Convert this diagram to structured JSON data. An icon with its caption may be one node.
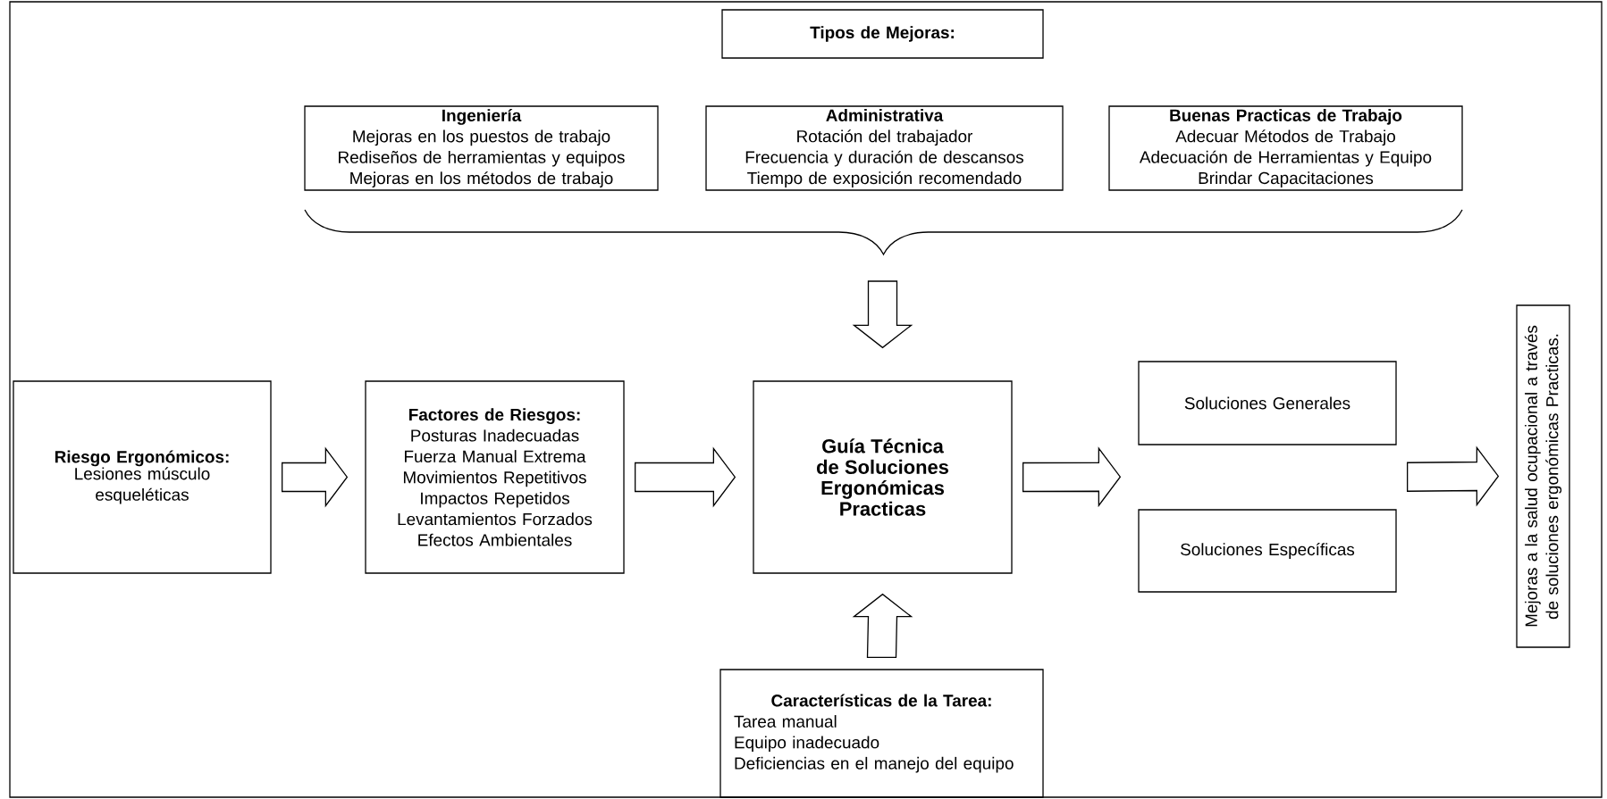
{
  "diagram": {
    "nodes": [
      {
        "text": [
          "Tipos de Mejoras:"
        ]
      },
      {
        "text": [
          "Ingeniería",
          "Mejoras en los puestos de trabajo",
          "Rediseños de herramientas y equipos",
          "Mejoras en los métodos de trabajo"
        ]
      },
      {
        "text": [
          "Administrativa",
          "Rotación del trabajador",
          "Frecuencia y duración de descansos",
          "Tiempo de exposición recomendado"
        ]
      },
      {
        "text": [
          "Buenas Practicas de Trabajo",
          "Adecuar Métodos de Trabajo",
          "Adecuación de Herramientas y Equipo",
          "Brindar Capacitaciones"
        ]
      },
      {
        "text": [
          "Riesgo Ergonómicos:",
          "Lesiones músculo esqueléticas"
        ]
      },
      {
        "text": [
          "Factores de Riesgos:",
          "Posturas Inadecuadas",
          "Fuerza Manual Extrema",
          "Movimientos Repetitivos",
          "Impactos Repetidos",
          "Levantamientos Forzados",
          "Efectos Ambientales"
        ]
      },
      {
        "text": [
          "Guía Técnica de Soluciones Ergonómicas Practicas"
        ]
      },
      {
        "text": [
          "Soluciones Generales"
        ]
      },
      {
        "text": [
          "Soluciones Específicas"
        ]
      },
      {
        "text": [
          "Características de la Tarea:",
          "Tarea manual",
          "Equipo inadecuado",
          "Deficiencias en el manejo del equipo"
        ]
      },
      {
        "text": [
          "Mejoras a la salud ocupacional a través de soluciones ergonómicas Practicas."
        ]
      }
    ],
    "edges": [
      {
        "from": 4,
        "to": 5,
        "arrow": "to"
      },
      {
        "from": 5,
        "to": 6,
        "arrow": "to"
      },
      {
        "from": null,
        "to": 6,
        "arrow": "to"
      },
      {
        "from": 9,
        "to": 6,
        "arrow": "to"
      },
      {
        "from": 6,
        "to": 7,
        "arrow": "to"
      },
      {
        "from": 6,
        "to": 8,
        "arrow": "to"
      },
      {
        "from": 7,
        "to": 10,
        "arrow": "to"
      },
      {
        "from": 8,
        "to": 10,
        "arrow": "to"
      }
    ]
  }
}
